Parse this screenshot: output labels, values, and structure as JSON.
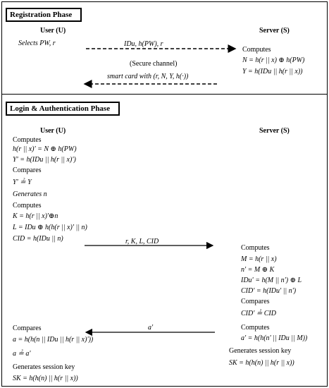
{
  "registration": {
    "title": "Registration Phase",
    "user_label": "User (U)",
    "server_label": "Server (S)",
    "user_lines": [
      "Selects PW, r"
    ],
    "msg1": "IDu, h(PW), r",
    "channel": "(Secure channel)",
    "msg2": "smart card with (r, N, Y, h(·))",
    "server_lines": [
      "Computes",
      "N = h(r || x) ⊕ h(PW)",
      "Y = h(IDu || h(r || x))"
    ]
  },
  "login": {
    "title": "Login & Authentication Phase",
    "user_label": "User (U)",
    "server_label": "Server (S)",
    "user_block1": [
      "Computes",
      "h(r || x)' = N ⊕ h(PW)",
      "Y' = h(IDu || h(r || x)')",
      "Compares",
      "Y' ≟ Y",
      "Generates n",
      "Computes",
      "K = h(r || x)'⊕n",
      "L = IDu ⊕ h(h(r || x)' || n)",
      "CID = h(IDu || n)"
    ],
    "msg1": "r, K, L, CID",
    "server_block1": [
      "Computes",
      "M = h(r || x)",
      "n' = M ⊕ K",
      "IDu' = h(M || n') ⊕ L",
      "CID' = h(IDu' || n')",
      "Compares",
      "CID' ≟ CID",
      "Computes",
      "a' = h(h(n' || IDu || M))"
    ],
    "msg2": "a'",
    "server_block2": [
      "Generates session key",
      "SK = h(h(n) || h(r || x))"
    ],
    "user_block2": [
      "Compares",
      "a = h(h(n || IDu || h(r || x)'))",
      "a ≟ a'",
      "Generates session key",
      "SK = h(h(n) || h(r || x))"
    ]
  }
}
